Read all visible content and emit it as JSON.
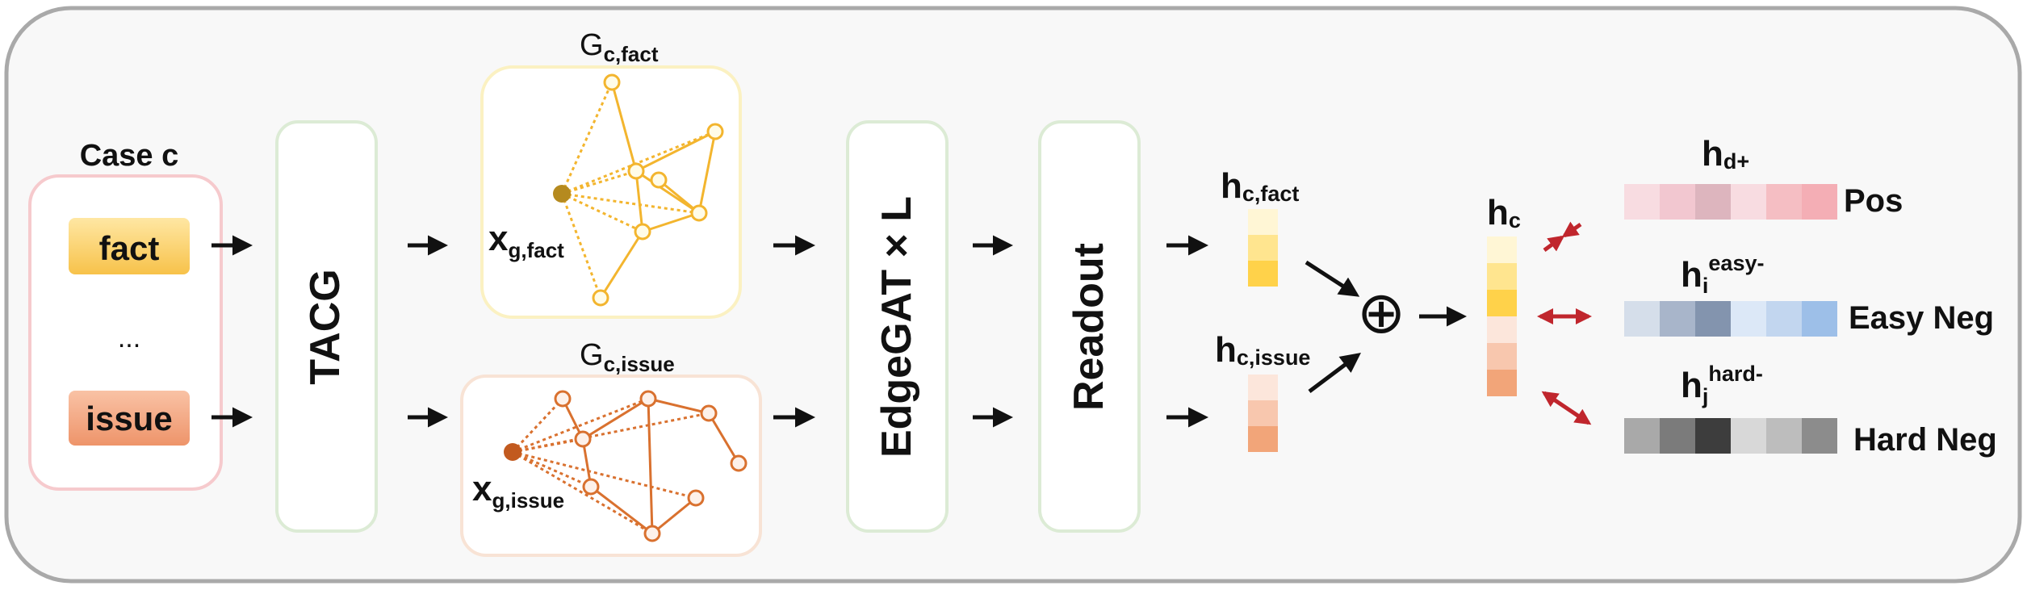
{
  "case_box": {
    "title": "Case c",
    "fact_label": "fact",
    "ellipsis": "...",
    "issue_label": "issue"
  },
  "modules": {
    "tacg": "TACG",
    "edgegat": "EdgeGAT × L",
    "readout": "Readout"
  },
  "graphs": {
    "fact": {
      "title_main": "G",
      "title_sub": "c,fact",
      "node_main": "x",
      "node_sub": "g,fact"
    },
    "issue": {
      "title_main": "G",
      "title_sub": "c,issue",
      "node_main": "x",
      "node_sub": "g,issue"
    }
  },
  "embeddings": {
    "h_fact": {
      "main": "h",
      "sub": "c,fact"
    },
    "h_issue": {
      "main": "h",
      "sub": "c,issue"
    },
    "h_c": {
      "main": "h",
      "sub": "c"
    },
    "combine_symbol": "⊕"
  },
  "targets": {
    "pos": {
      "main": "h",
      "sub": "d+",
      "label": "Pos"
    },
    "easy": {
      "main": "h",
      "sub": "i",
      "sup": "easy-",
      "label": "Easy Neg"
    },
    "hard": {
      "main": "h",
      "sub": "j",
      "sup": "hard-",
      "label": "Hard Neg"
    }
  },
  "colors": {
    "fact_graph": "#F3B52E",
    "issue_graph": "#D9712F",
    "arrow": "#111111",
    "contrast_arrow": "#C0262D",
    "h_fact_cells": [
      "#FFF6D5",
      "#FFE58F",
      "#FFD24A"
    ],
    "h_issue_cells": [
      "#FCE6DB",
      "#F8C7AE",
      "#F2A579"
    ],
    "h_c_cells": [
      "#FFF6D5",
      "#FFE58F",
      "#FFD24A",
      "#FCE6DB",
      "#F8C7AE",
      "#F2A579"
    ],
    "pos_cells": [
      "#F8DCE1",
      "#F2C7D0",
      "#DDB5BE",
      "#F8DCE1",
      "#F5BEC3",
      "#F4AEB5"
    ],
    "easy_cells": [
      "#D5DEEA",
      "#A8B5CA",
      "#8394AE",
      "#DCE8F7",
      "#C2D6EF",
      "#9DBFE8"
    ],
    "hard_cells": [
      "#A9A9A9",
      "#7B7B7B",
      "#3D3D3D",
      "#D8D8D8",
      "#BDBDBD",
      "#8C8C8C"
    ]
  }
}
